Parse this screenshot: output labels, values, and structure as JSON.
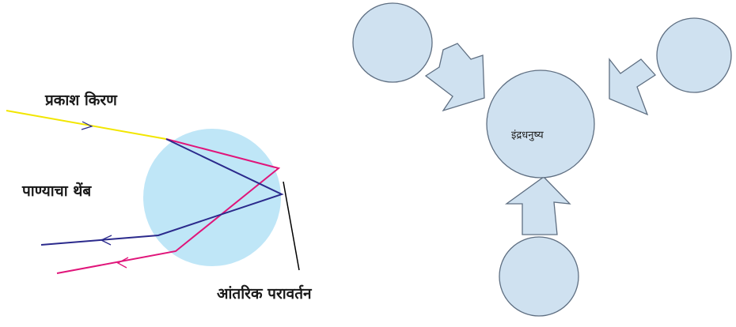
{
  "labels": {
    "light_ray": "प्रकाश किरण",
    "water_drop": "पाण्याचा थेंब",
    "internal_reflection": "आंतरिक परावर्तन",
    "rainbow": "इंद्रधनुष्य"
  },
  "colors": {
    "incident_ray": "#f2e600",
    "pink_ray": "#e0157a",
    "blue_ray": "#2b2a8c",
    "drop_fill": "#bfe6f7",
    "bubble_fill": "#cfe1f0",
    "bubble_stroke": "#5f6f82"
  }
}
